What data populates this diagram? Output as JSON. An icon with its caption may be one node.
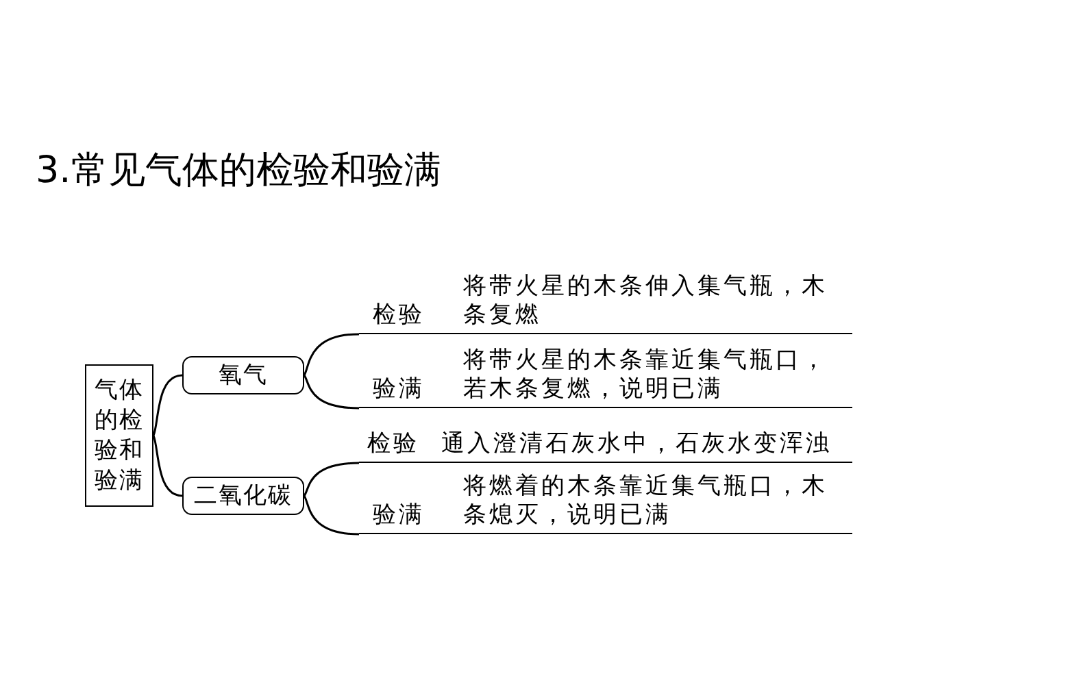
{
  "diagram": {
    "title": "3.常见气体的检验和验满",
    "nodes": [
      {
        "text": [
          "气体的检验和验满"
        ]
      },
      {
        "text": [
          "氧气"
        ]
      },
      {
        "text": [
          "二氧化碳"
        ]
      },
      {
        "text": [
          "检验",
          "将带火星的木条伸入集气瓶，木条复燃"
        ]
      },
      {
        "text": [
          "验满",
          "将带火星的木条靠近集气瓶口，若木条复燃，说明已满"
        ]
      },
      {
        "text": [
          "检验",
          "通入澄清石灰水中，石灰水变浑浊"
        ]
      },
      {
        "text": [
          "验满",
          "将燃着的木条靠近集气瓶口，木条熄灭，说明已满"
        ]
      }
    ],
    "edges": [
      {
        "from": 0,
        "to": 1,
        "arrow": "none"
      },
      {
        "from": 0,
        "to": 2,
        "arrow": "none"
      },
      {
        "from": 1,
        "to": 3,
        "arrow": "none"
      },
      {
        "from": 1,
        "to": 4,
        "arrow": "none"
      },
      {
        "from": 2,
        "to": 5,
        "arrow": "none"
      },
      {
        "from": 2,
        "to": 6,
        "arrow": "none"
      }
    ]
  }
}
